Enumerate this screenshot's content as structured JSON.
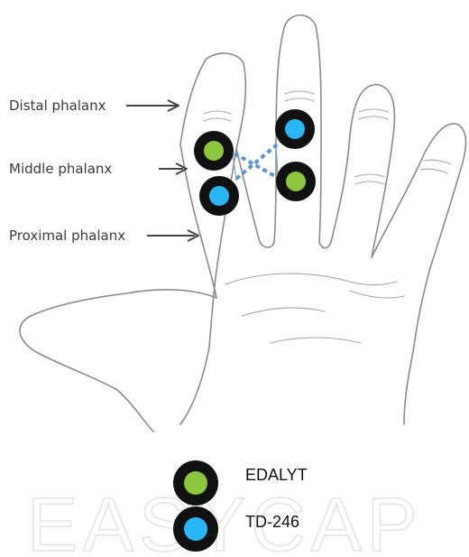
{
  "labels": {
    "distal": "Distal phalanx",
    "middle": "Middle phalanx",
    "proximal": "Proximal phalanx"
  },
  "legend": [
    {
      "label": "EDALYT",
      "color": "#8cc63f"
    },
    {
      "label": "TD-246",
      "color": "#29b6f6"
    }
  ],
  "watermark": "EASYCAP",
  "colors": {
    "electrode_ring": "#111111",
    "connection": "#5b96cf"
  }
}
